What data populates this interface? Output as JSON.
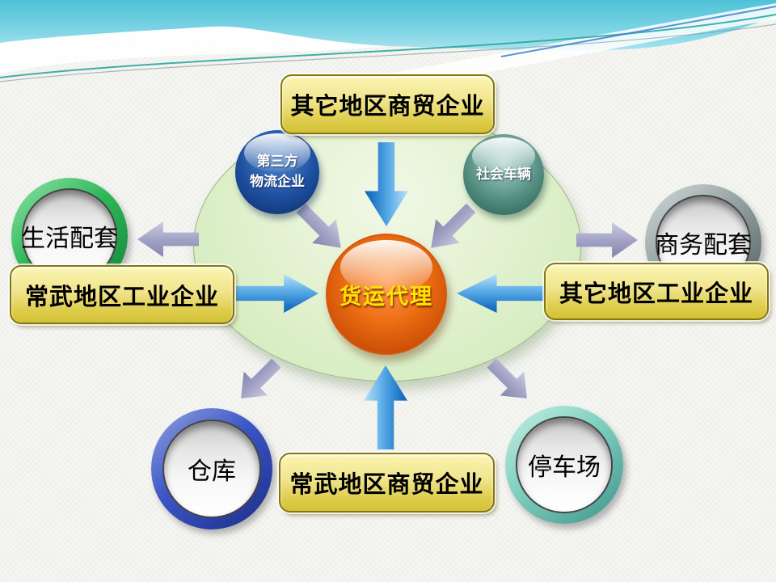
{
  "slide": {
    "background_color": "#f5f5f2",
    "header_wave": {
      "band_color_top": "#4fc2d8",
      "band_color_bottom": "#a9e3ee",
      "accent_line_teal": "#2aa99f",
      "accent_line_blue": "#3f7fd0"
    }
  },
  "diagram": {
    "ellipse_fill": "#ddf0cc",
    "center_node": {
      "label": "货运代理",
      "sphere_color": "#e05c0a",
      "text_color": "#ffe400"
    },
    "inner_nodes": {
      "third_party_logistics": {
        "line1": "第三方",
        "line2": "物流企业",
        "sphere_color": "#1d4f9e"
      },
      "social_vehicles": {
        "label": "社会车辆",
        "sphere_color": "#558f82"
      }
    },
    "boxes": {
      "top": {
        "label": "其它地区商贸企业"
      },
      "left": {
        "label": "常武地区工业企业"
      },
      "right": {
        "label": "其它地区工业企业"
      },
      "bottom": {
        "label": "常武地区商贸企业"
      },
      "fill_top": "#faf5b2",
      "fill_bottom": "#d4c136",
      "border_color": "#847713",
      "text_color": "#000000"
    },
    "satellites": {
      "life_support": {
        "label": "生活配套",
        "ring_color": "#2db757"
      },
      "business_support": {
        "label": "商务配套",
        "ring_color": "#93a1a1"
      },
      "warehouse": {
        "label": "仓库",
        "ring_color": "#3a55c5"
      },
      "parking": {
        "label": "停车场",
        "ring_color": "#7ecfc0"
      }
    },
    "arrows": {
      "inbound_color": "#2f8ad2",
      "outbound_color": "#9a9ac2"
    }
  }
}
